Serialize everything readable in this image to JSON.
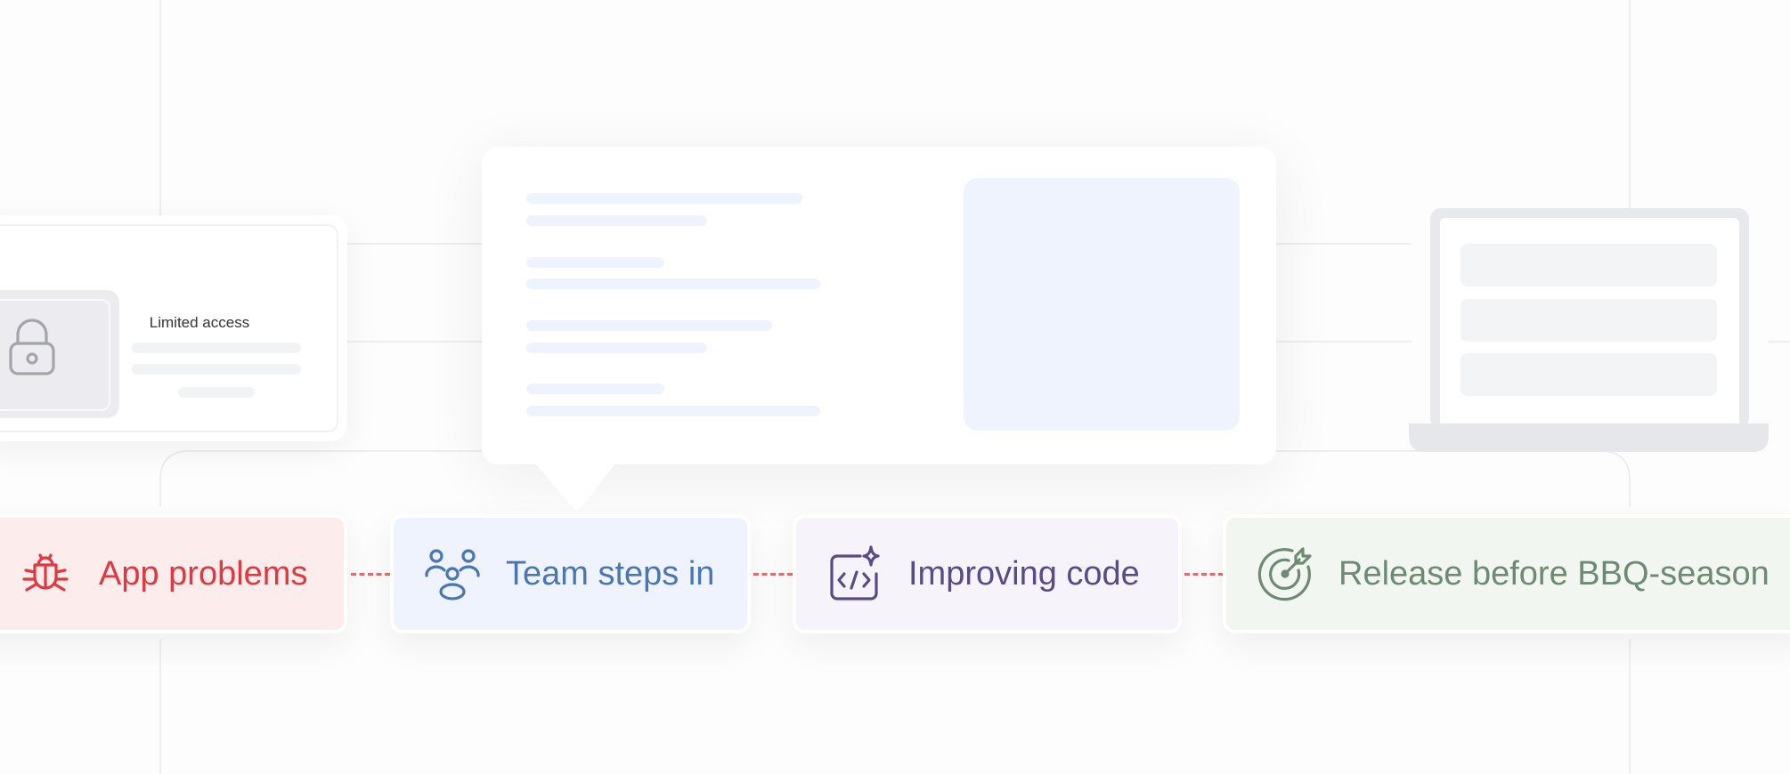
{
  "access_card": {
    "title": "Limited access",
    "icon": "lock-icon"
  },
  "steps": [
    {
      "label": "App problems",
      "icon": "bug-icon",
      "color": "#e0383e",
      "bg": "#fdecec"
    },
    {
      "label": "Team steps in",
      "icon": "team-icon",
      "color": "#4a77b4",
      "bg": "#eff3fd"
    },
    {
      "label": "Improving code",
      "icon": "code-sparkle-icon",
      "color": "#5a4a86",
      "bg": "#f6f3fb"
    },
    {
      "label": "Release before BBQ-season",
      "icon": "target-icon",
      "color": "#6f8a72",
      "bg": "#f1f7f0"
    }
  ],
  "colors": {
    "connector": "#e46b6b",
    "placeholder_blue": "#eff3fd",
    "placeholder_grey": "#f2f3f5"
  }
}
